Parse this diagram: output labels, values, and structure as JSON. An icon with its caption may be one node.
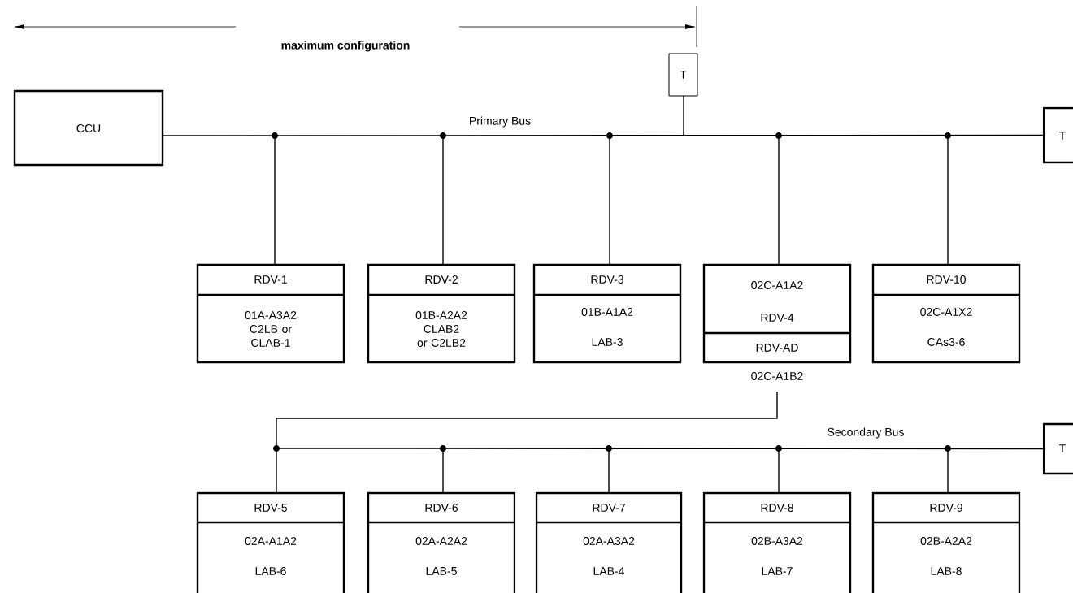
{
  "diagram": {
    "nodes": [
      {
        "text": [
          "CCU"
        ]
      },
      {
        "text": [
          "T"
        ]
      },
      {
        "text": [
          "T"
        ]
      },
      {
        "text": [
          "RDV-1",
          "01A-A3A2 C2LB or CLAB-1"
        ]
      },
      {
        "text": [
          "RDV-2",
          "01B-A2A2 CLAB2 or C2LB2"
        ]
      },
      {
        "text": [
          "RDV-3",
          "01B-A1A2",
          "LAB-3"
        ]
      },
      {
        "text": [
          "02C-A1A2",
          "RDV-4",
          "RDV-AD"
        ],
        "beside": [
          "02C-A1B2"
        ]
      },
      {
        "text": [
          "RDV-10",
          "02C-A1X2",
          "CAs3-6"
        ]
      },
      {
        "text": [
          "T"
        ]
      },
      {
        "text": [
          "RDV-5",
          "02A-A1A2",
          "LAB-6"
        ]
      },
      {
        "text": [
          "RDV-6",
          "02A-A2A2",
          "LAB-5"
        ]
      },
      {
        "text": [
          "RDV-7",
          "02A-A3A2",
          "LAB-4"
        ]
      },
      {
        "text": [
          "RDV-8",
          "02B-A3A2",
          "LAB-7"
        ]
      },
      {
        "text": [
          "RDV-9",
          "02B-A2A2",
          "LAB-8"
        ]
      }
    ],
    "edges": [
      {
        "from": 0,
        "to": 3,
        "arrow": "none"
      },
      {
        "from": 0,
        "to": 4,
        "arrow": "none"
      },
      {
        "from": 0,
        "to": 5,
        "arrow": "none"
      },
      {
        "from": 0,
        "to": 1,
        "arrow": "none"
      },
      {
        "from": 0,
        "to": 6,
        "arrow": "none"
      },
      {
        "from": 0,
        "to": 7,
        "arrow": "none"
      },
      {
        "from": 0,
        "to": 2,
        "arrow": "none"
      },
      {
        "from": 6,
        "to": 9,
        "arrow": "none"
      },
      {
        "from": 6,
        "to": 10,
        "arrow": "none"
      },
      {
        "from": 6,
        "to": 11,
        "arrow": "none"
      },
      {
        "from": 6,
        "to": 12,
        "arrow": "none"
      },
      {
        "from": 6,
        "to": 13,
        "arrow": "none"
      },
      {
        "from": 6,
        "to": 8,
        "arrow": "none"
      }
    ],
    "labels": [
      "maximum configuration",
      "Primary Bus",
      "Secondary Bus"
    ]
  }
}
